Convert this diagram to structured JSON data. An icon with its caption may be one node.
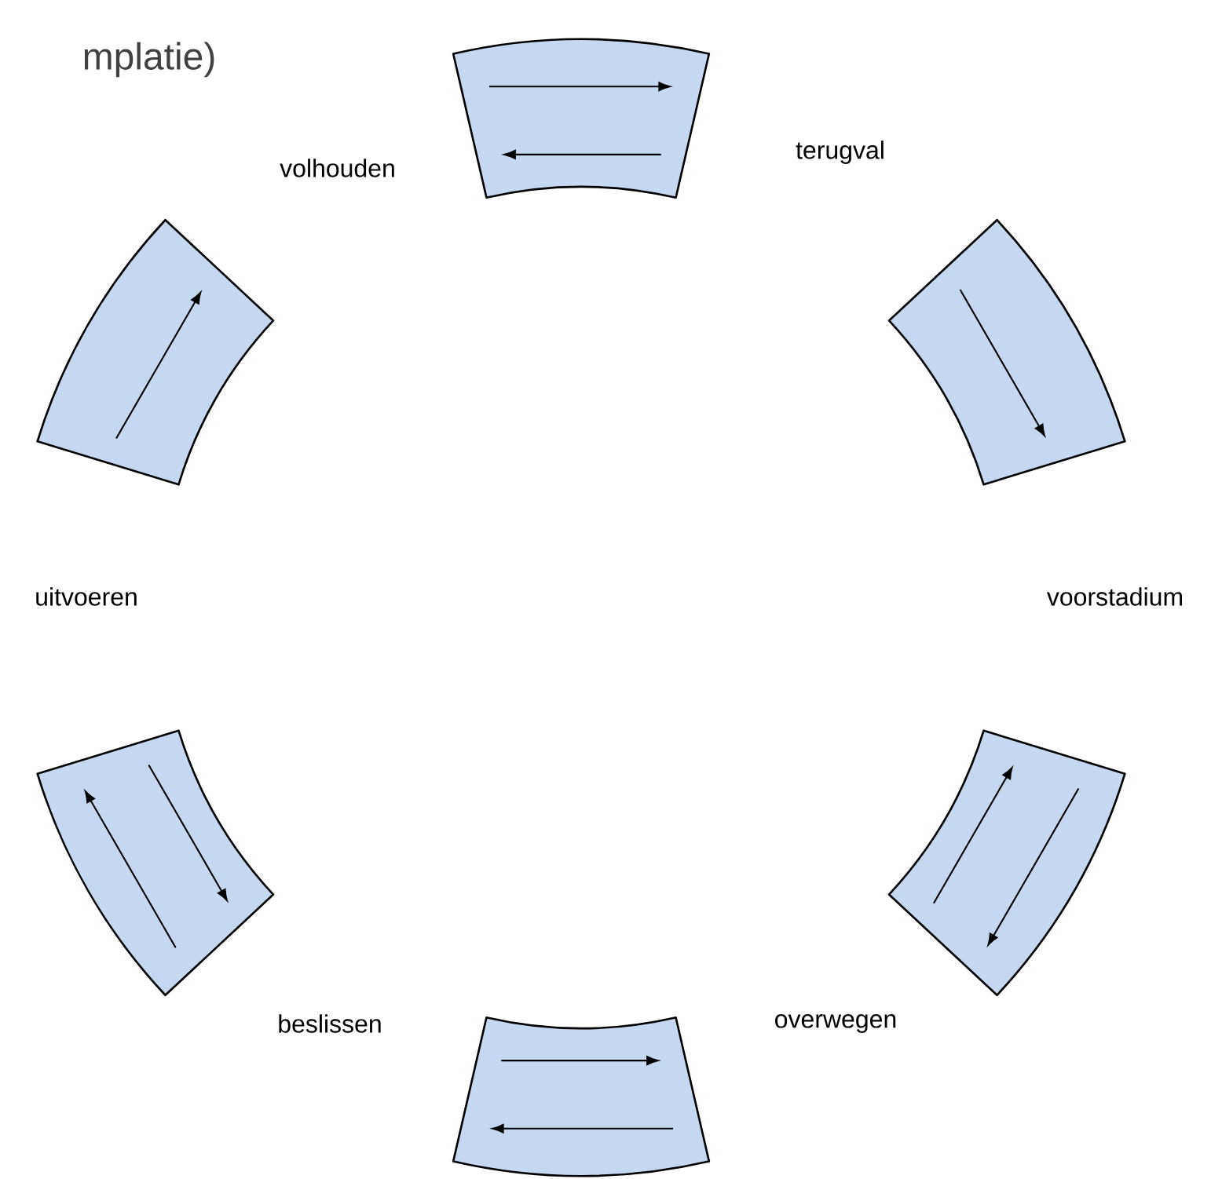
{
  "diagram": {
    "nodes": [
      {
        "text": [],
        "shape": "band"
      },
      {
        "text": [],
        "shape": "band"
      },
      {
        "text": [],
        "shape": "band"
      },
      {
        "text": [],
        "shape": "band"
      },
      {
        "text": [],
        "shape": "band"
      },
      {
        "text": [],
        "shape": "band"
      }
    ],
    "labels": [
      "mplatie)",
      "volhouden",
      "terugval",
      "uitvoeren",
      "voorstadium",
      "beslissen",
      "overwegen"
    ]
  }
}
